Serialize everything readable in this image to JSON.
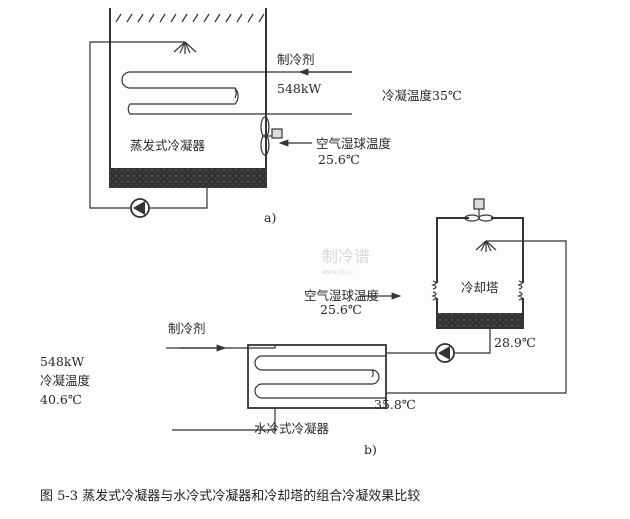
{
  "figure_a": {
    "refrigerant_label": "制冷剂",
    "capacity": "548kW",
    "condensing_temp": "冷凝温度35℃",
    "wet_bulb_label": "空气湿球温度",
    "wet_bulb_temp": "25.6℃",
    "unit_label": "蒸发式冷凝器",
    "sublabel": "a)"
  },
  "figure_b": {
    "tower_label": "冷却塔",
    "wet_bulb_label": "空气湿球温度",
    "wet_bulb_temp": "25.6℃",
    "refrigerant_label": "制冷剂",
    "tower_out_temp": "28.9℃",
    "capacity": "548kW",
    "condensing_temp_label": "冷凝温度",
    "condensing_temp": "40.6℃",
    "return_temp": "35.8℃",
    "unit_label": "水冷式冷凝器",
    "sublabel": "b)"
  },
  "watermark": {
    "name": "制冷谱",
    "url": "www.zlt.cc"
  },
  "caption": "图 5-3   蒸发式冷凝器与水冷式冷凝器和冷却塔的组合冷凝效果比较"
}
